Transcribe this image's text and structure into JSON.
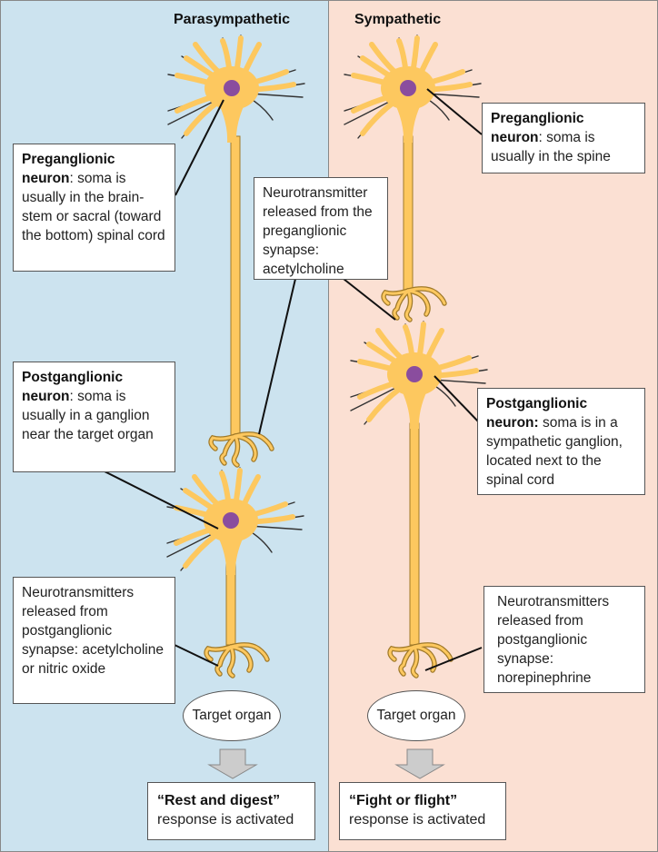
{
  "diagram": {
    "colors": {
      "parasympathetic_bg": "#cce3ef",
      "sympathetic_bg": "#fbe0d3",
      "neuron_fill": "#fdc85f",
      "neuron_outline": "#a07a2a",
      "nucleus": "#8a4d9e",
      "arrow_fill": "#cccccc"
    },
    "parasympathetic": {
      "title": "Parasympathetic",
      "preganglionic": {
        "bold": "Preganglionic neuron",
        "text": ": soma is usually in the brain-stem or sacral (toward the bottom) spinal cord"
      },
      "synapse_note": {
        "text": "Neurotransmitter released from the preganglionic synapse: acetylcholine"
      },
      "postganglionic": {
        "bold": "Postganglionic neuron",
        "text": ": soma is usually in a ganglion near the target organ"
      },
      "post_synapse_note": {
        "text": "Neurotransmitters released from postganglionic synapse: acetylcholine or nitric oxide"
      },
      "target": "Target organ",
      "outcome": {
        "quote": "“Rest and digest”",
        "text": "response is activated"
      }
    },
    "sympathetic": {
      "title": "Sympathetic",
      "preganglionic": {
        "bold": "Preganglionic neuron",
        "text": ": soma is usually in the spine"
      },
      "postganglionic": {
        "bold": "Postganglionic neuron:",
        "text": " soma is in a sympathetic ganglion, located next to the spinal cord"
      },
      "post_synapse_note": {
        "text": "Neurotransmitters released from postganglionic synapse: norepinephrine"
      },
      "target": "Target organ",
      "outcome": {
        "quote": "“Fight or flight”",
        "text": "response is activated"
      }
    }
  }
}
